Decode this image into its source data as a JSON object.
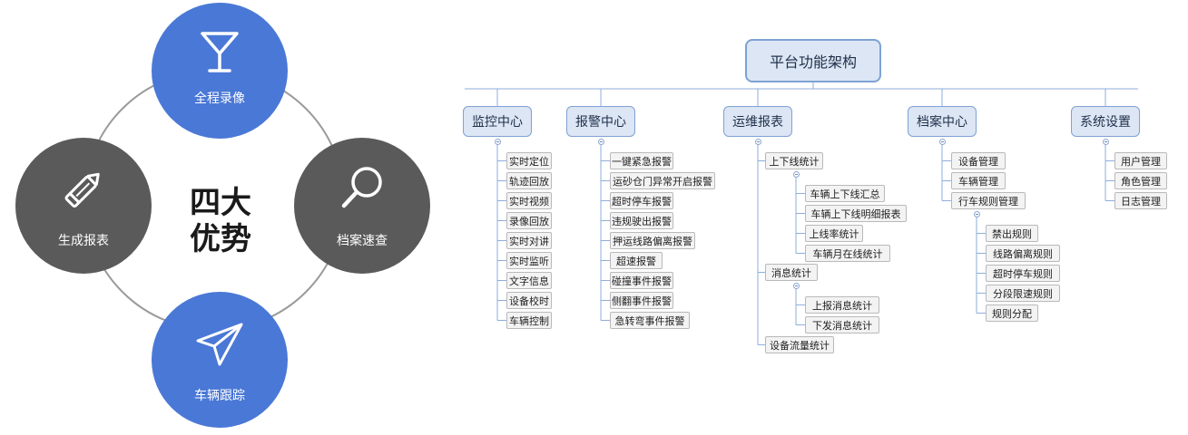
{
  "cycle": {
    "center_title": "四大\n优势",
    "items": [
      {
        "label": "全程录像",
        "icon": "goblet-icon"
      },
      {
        "label": "档案速查",
        "icon": "magnifier-icon"
      },
      {
        "label": "车辆跟踪",
        "icon": "paper-plane-icon"
      },
      {
        "label": "生成报表",
        "icon": "pencil-icon"
      }
    ]
  },
  "tree": {
    "root": "平台功能架构",
    "branches": [
      {
        "label": "监控中心",
        "children": [
          {
            "label": "实时定位"
          },
          {
            "label": "轨迹回放"
          },
          {
            "label": "实时视频"
          },
          {
            "label": "录像回放"
          },
          {
            "label": "实时对讲"
          },
          {
            "label": "实时监听"
          },
          {
            "label": "文字信息"
          },
          {
            "label": "设备校时"
          },
          {
            "label": "车辆控制"
          }
        ]
      },
      {
        "label": "报警中心",
        "children": [
          {
            "label": "一键紧急报警"
          },
          {
            "label": "运砂仓门异常开启报警"
          },
          {
            "label": "超时停车报警"
          },
          {
            "label": "违规驶出报警"
          },
          {
            "label": "押运线路偏离报警"
          },
          {
            "label": "超速报警"
          },
          {
            "label": "碰撞事件报警"
          },
          {
            "label": "侧翻事件报警"
          },
          {
            "label": "急转弯事件报警"
          }
        ]
      },
      {
        "label": "运维报表",
        "children": [
          {
            "label": "上下线统计",
            "children": [
              {
                "label": "车辆上下线汇总"
              },
              {
                "label": "车辆上下线明细报表"
              },
              {
                "label": "上线率统计"
              },
              {
                "label": "车辆月在线统计"
              }
            ]
          },
          {
            "label": "消息统计",
            "children": [
              {
                "label": "上报消息统计"
              },
              {
                "label": "下发消息统计"
              }
            ]
          },
          {
            "label": "设备流量统计"
          }
        ]
      },
      {
        "label": "档案中心",
        "children": [
          {
            "label": "设备管理"
          },
          {
            "label": "车辆管理"
          },
          {
            "label": "行车规则管理",
            "children": [
              {
                "label": "禁出规则"
              },
              {
                "label": "线路偏离规则"
              },
              {
                "label": "超时停车规则"
              },
              {
                "label": "分段限速规则"
              },
              {
                "label": "规则分配"
              }
            ]
          }
        ]
      },
      {
        "label": "系统设置",
        "children": [
          {
            "label": "用户管理"
          },
          {
            "label": "角色管理"
          },
          {
            "label": "日志管理"
          }
        ]
      }
    ]
  },
  "colors": {
    "blue": "#4a78d6",
    "gray": "#5a5a5a",
    "node_fill": "#dce6f4",
    "node_border": "#7ea2d4"
  }
}
